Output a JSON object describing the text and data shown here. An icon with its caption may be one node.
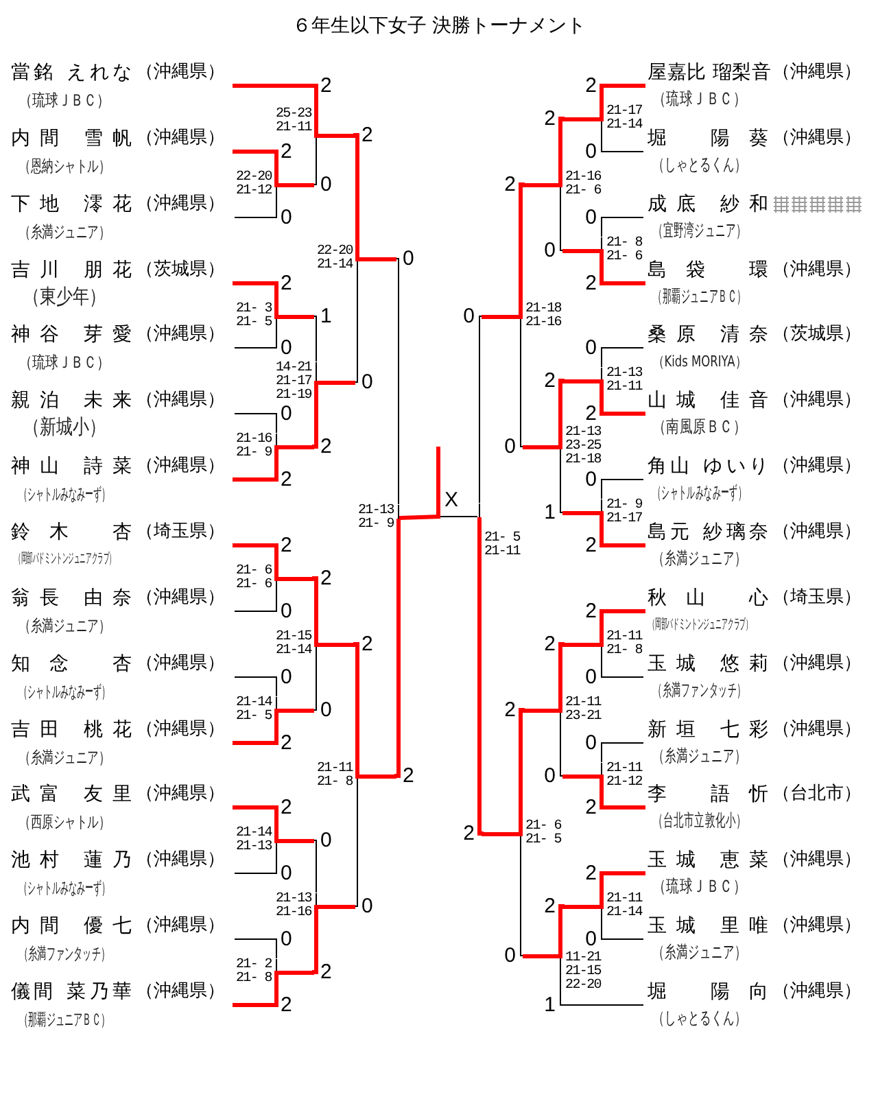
{
  "diagram": {
    "title": "６年生以下女子 決勝トーナメント",
    "nodes": [
      {
        "text": [
          "當銘 えれな",
          "（沖縄県）",
          "（琉球ＪＢＣ）"
        ]
      },
      {
        "text": [
          "内間 雪帆",
          "（沖縄県）",
          "（恩納シャトル）"
        ]
      },
      {
        "text": [
          "下地 澪花",
          "（沖縄県）",
          "（糸満ジュニア）"
        ]
      },
      {
        "text": [
          "吉川 朋花",
          "（茨城県）",
          "（東少年）"
        ]
      },
      {
        "text": [
          "神谷 芽愛",
          "（沖縄県）",
          "（琉球ＪＢＣ）"
        ]
      },
      {
        "text": [
          "親泊 未来",
          "（沖縄県）",
          "（新城小）"
        ]
      },
      {
        "text": [
          "神山 詩菜",
          "（沖縄県）",
          "（シャトルみなみーず）"
        ]
      },
      {
        "text": [
          "鈴木 杏",
          "（埼玉県）",
          "（岡部バドミントンジュニアクラブ）"
        ]
      },
      {
        "text": [
          "翁長 由奈",
          "（沖縄県）",
          "（糸満ジュニア）"
        ]
      },
      {
        "text": [
          "知念 杏",
          "（沖縄県）",
          "（シャトルみなみーず）"
        ]
      },
      {
        "text": [
          "吉田 桃花",
          "（沖縄県）",
          "（糸満ジュニア）"
        ]
      },
      {
        "text": [
          "武富 友里",
          "（沖縄県）",
          "（西原シャトル）"
        ]
      },
      {
        "text": [
          "池村 蓮乃",
          "（沖縄県）",
          "（シャトルみなみーず）"
        ]
      },
      {
        "text": [
          "内間 優七",
          "（沖縄県）",
          "（糸満ファンタッチ）"
        ]
      },
      {
        "text": [
          "儀間 菜乃華",
          "（沖縄県）",
          "（那覇ジュニアＢＣ）"
        ]
      },
      {
        "text": [
          "屋嘉比 瑠梨音",
          "（沖縄県）",
          "（琉球ＪＢＣ）"
        ]
      },
      {
        "text": [
          "堀 陽葵",
          "（沖縄県）",
          "（しゃとるくん）"
        ]
      },
      {
        "text": [
          "成底 紗和",
          "（宜野湾ジュニア）"
        ]
      },
      {
        "text": [
          "島袋 環",
          "（沖縄県）",
          "（那覇ジュニアＢＣ）"
        ]
      },
      {
        "text": [
          "桑原 清奈",
          "（茨城県）",
          "（Kids MORIYA）"
        ]
      },
      {
        "text": [
          "山城 佳音",
          "（沖縄県）",
          "（南風原ＢＣ）"
        ]
      },
      {
        "text": [
          "角山 ゆいり",
          "（沖縄県）",
          "（シャトルみなみーず）"
        ]
      },
      {
        "text": [
          "島元 紗璃奈",
          "（沖縄県）",
          "（糸満ジュニア）"
        ]
      },
      {
        "text": [
          "秋山 心",
          "（埼玉県）",
          "（岡部バドミントンジュニアクラブ）"
        ]
      },
      {
        "text": [
          "玉城 悠莉",
          "（沖縄県）",
          "（糸満ファンタッチ）"
        ]
      },
      {
        "text": [
          "新垣 七彩",
          "（沖縄県）",
          "（糸満ジュニア）"
        ]
      },
      {
        "text": [
          "李 語忻",
          "（台北市）",
          "（台北市立敦化小）"
        ]
      },
      {
        "text": [
          "玉城 恵菜",
          "（沖縄県）",
          "（琉球ＪＢＣ）"
        ]
      },
      {
        "text": [
          "玉城 里唯",
          "（沖縄県）",
          "（糸満ジュニア）"
        ]
      },
      {
        "text": [
          "堀 陽向",
          "（沖縄県）",
          "（しゃとるくん）"
        ]
      },
      {
        "text": [
          "22-20 21-12"
        ]
      },
      {
        "text": [
          "25-23 21-11"
        ]
      },
      {
        "text": [
          "21- 3 21- 5"
        ]
      },
      {
        "text": [
          "21-16 21- 9"
        ]
      },
      {
        "text": [
          "14-21 21-17 21-19"
        ]
      },
      {
        "text": [
          "22-20 21-14"
        ]
      },
      {
        "text": [
          "21- 6 21- 6"
        ]
      },
      {
        "text": [
          "21-14 21- 5"
        ]
      },
      {
        "text": [
          "21-15 21-14"
        ]
      },
      {
        "text": [
          "21-14 21-13"
        ]
      },
      {
        "text": [
          "21- 2 21- 8"
        ]
      },
      {
        "text": [
          "21-13 21-16"
        ]
      },
      {
        "text": [
          "21-11 21- 8"
        ]
      },
      {
        "text": [
          "21-13 21- 9"
        ]
      },
      {
        "text": [
          "21-17 21-14"
        ]
      },
      {
        "text": [
          "21- 8 21- 6"
        ]
      },
      {
        "text": [
          "21-16 21- 6"
        ]
      },
      {
        "text": [
          "21-13 21-11"
        ]
      },
      {
        "text": [
          "21- 9 21-17"
        ]
      },
      {
        "text": [
          "21-13 23-25 21-18"
        ]
      },
      {
        "text": [
          "21-18 21-16"
        ]
      },
      {
        "text": [
          "21-11 21- 8"
        ]
      },
      {
        "text": [
          "21-11 21-12"
        ]
      },
      {
        "text": [
          "21-11 23-21"
        ]
      },
      {
        "text": [
          "21-11 21-14"
        ]
      },
      {
        "text": [
          "11-21 21-15 22-20"
        ]
      },
      {
        "text": [
          "21- 6 21- 5"
        ]
      },
      {
        "text": [
          "21- 5 21-11"
        ]
      },
      {
        "text": [
          "X"
        ]
      }
    ],
    "edges": [
      {
        "from": 1,
        "to": 30,
        "arrow": "none",
        "label": "2"
      },
      {
        "from": 2,
        "to": 30,
        "arrow": "none",
        "label": "0",
        "color": "#000000"
      },
      {
        "from": 0,
        "to": 31,
        "arrow": "none",
        "label": "2"
      },
      {
        "from": 30,
        "to": 31,
        "arrow": "none",
        "label": "0",
        "color": "#000000"
      },
      {
        "from": 3,
        "to": 32,
        "arrow": "none",
        "label": "2"
      },
      {
        "from": 4,
        "to": 32,
        "arrow": "none",
        "label": "0",
        "color": "#000000"
      },
      {
        "from": 5,
        "to": 33,
        "arrow": "none",
        "label": "0",
        "color": "#000000"
      },
      {
        "from": 6,
        "to": 33,
        "arrow": "none",
        "label": "2"
      },
      {
        "from": 32,
        "to": 34,
        "arrow": "none",
        "label": "1",
        "color": "#000000"
      },
      {
        "from": 33,
        "to": 34,
        "arrow": "none",
        "label": "2"
      },
      {
        "from": 31,
        "to": 35,
        "arrow": "none",
        "label": "2"
      },
      {
        "from": 34,
        "to": 35,
        "arrow": "none",
        "label": "0",
        "color": "#000000"
      },
      {
        "from": 7,
        "to": 36,
        "arrow": "none",
        "label": "2"
      },
      {
        "from": 8,
        "to": 36,
        "arrow": "none",
        "label": "0",
        "color": "#000000"
      },
      {
        "from": 9,
        "to": 37,
        "arrow": "none",
        "label": "0",
        "color": "#000000"
      },
      {
        "from": 10,
        "to": 37,
        "arrow": "none",
        "label": "2"
      },
      {
        "from": 36,
        "to": 38,
        "arrow": "none",
        "label": "2"
      },
      {
        "from": 37,
        "to": 38,
        "arrow": "none",
        "label": "0",
        "color": "#000000"
      },
      {
        "from": 11,
        "to": 39,
        "arrow": "none",
        "label": "2"
      },
      {
        "from": 12,
        "to": 39,
        "arrow": "none",
        "label": "0",
        "color": "#000000"
      },
      {
        "from": 13,
        "to": 40,
        "arrow": "none",
        "label": "0",
        "color": "#000000"
      },
      {
        "from": 14,
        "to": 40,
        "arrow": "none",
        "label": "2"
      },
      {
        "from": 39,
        "to": 41,
        "arrow": "none",
        "label": "0",
        "color": "#000000"
      },
      {
        "from": 40,
        "to": 41,
        "arrow": "none",
        "label": "2"
      },
      {
        "from": 38,
        "to": 42,
        "arrow": "none",
        "label": "2"
      },
      {
        "from": 41,
        "to": 42,
        "arrow": "none",
        "label": "0",
        "color": "#000000"
      },
      {
        "from": 35,
        "to": 43,
        "arrow": "none",
        "label": "0",
        "color": "#000000"
      },
      {
        "from": 42,
        "to": 43,
        "arrow": "none",
        "label": "2"
      },
      {
        "from": 15,
        "to": 44,
        "arrow": "none",
        "label": "2"
      },
      {
        "from": 16,
        "to": 44,
        "arrow": "none",
        "label": "0",
        "color": "#000000"
      },
      {
        "from": 17,
        "to": 45,
        "arrow": "none",
        "label": "0",
        "color": "#000000"
      },
      {
        "from": 18,
        "to": 45,
        "arrow": "none",
        "label": "2"
      },
      {
        "from": 44,
        "to": 46,
        "arrow": "none",
        "label": "2"
      },
      {
        "from": 45,
        "to": 46,
        "arrow": "none",
        "label": "0",
        "color": "#000000"
      },
      {
        "from": 19,
        "to": 47,
        "arrow": "none",
        "label": "0",
        "color": "#000000"
      },
      {
        "from": 20,
        "to": 47,
        "arrow": "none",
        "label": "2"
      },
      {
        "from": 21,
        "to": 48,
        "arrow": "none",
        "label": "0",
        "color": "#000000"
      },
      {
        "from": 22,
        "to": 48,
        "arrow": "none",
        "label": "2"
      },
      {
        "from": 47,
        "to": 49,
        "arrow": "none",
        "label": "2"
      },
      {
        "from": 48,
        "to": 49,
        "arrow": "none",
        "label": "1",
        "color": "#000000"
      },
      {
        "from": 46,
        "to": 50,
        "arrow": "none",
        "label": "2"
      },
      {
        "from": 49,
        "to": 50,
        "arrow": "none",
        "label": "0",
        "color": "#000000"
      },
      {
        "from": 23,
        "to": 51,
        "arrow": "none",
        "label": "2"
      },
      {
        "from": 24,
        "to": 51,
        "arrow": "none",
        "label": "0",
        "color": "#000000"
      },
      {
        "from": 25,
        "to": 52,
        "arrow": "none",
        "label": "0",
        "color": "#000000"
      },
      {
        "from": 26,
        "to": 52,
        "arrow": "none",
        "label": "2"
      },
      {
        "from": 51,
        "to": 53,
        "arrow": "none",
        "label": "2"
      },
      {
        "from": 52,
        "to": 53,
        "arrow": "none",
        "label": "0",
        "color": "#000000"
      },
      {
        "from": 27,
        "to": 54,
        "arrow": "none",
        "label": "2"
      },
      {
        "from": 28,
        "to": 54,
        "arrow": "none",
        "label": "0",
        "color": "#000000"
      },
      {
        "from": 54,
        "to": 55,
        "arrow": "none",
        "label": "2"
      },
      {
        "from": 29,
        "to": 55,
        "arrow": "none",
        "label": "1",
        "color": "#000000"
      },
      {
        "from": 53,
        "to": 56,
        "arrow": "none",
        "label": "2"
      },
      {
        "from": 55,
        "to": 56,
        "arrow": "none",
        "label": "0",
        "color": "#000000"
      },
      {
        "from": 50,
        "to": 57,
        "arrow": "none",
        "label": "0",
        "color": "#000000"
      },
      {
        "from": 56,
        "to": 57,
        "arrow": "none",
        "label": "2"
      },
      {
        "from": 43,
        "to": 58,
        "arrow": "none"
      },
      {
        "from": 57,
        "to": 58,
        "arrow": "none",
        "color": "#000000"
      },
      {
        "from": 58,
        "to": null,
        "arrow": "none"
      }
    ]
  }
}
